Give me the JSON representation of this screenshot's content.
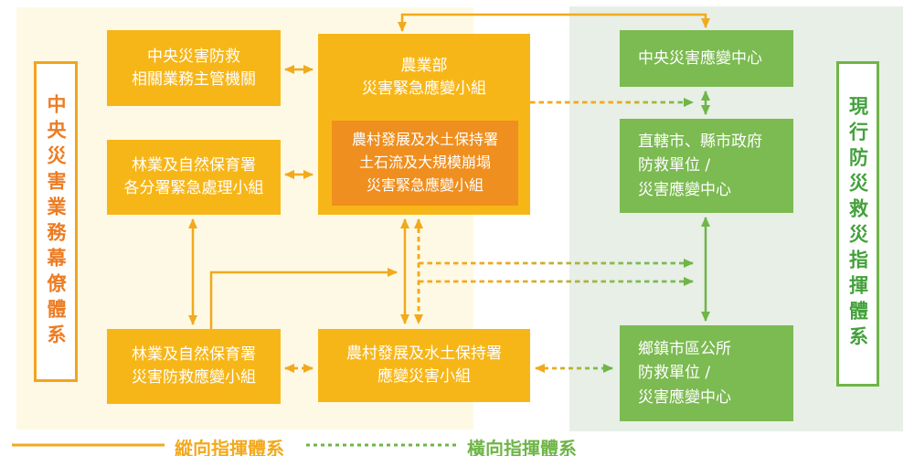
{
  "diagram": {
    "type": "organizational-flow",
    "colors": {
      "box_orange": "#F7B618",
      "box_orange_dark": "#EF8F1F",
      "box_green": "#7CBA52",
      "arrow_orange": "#F2A91D",
      "arrow_green": "#6FB548",
      "panel_yellow": "#FDF9E4",
      "panel_green": "#E7EFE6",
      "left_label_text": "#ED7C23",
      "right_label_text": "#43A13C",
      "box_text": "#FFFFFF"
    },
    "side_labels": {
      "left": "中央災害業務幕僚體系",
      "right": "現行防災救災指揮體系"
    },
    "boxes": {
      "competent_agencies": {
        "lines": [
          "中央災害防救",
          "相關業務主管機關"
        ]
      },
      "moa_team": {
        "lines": [
          "農業部",
          "災害緊急應變小組"
        ]
      },
      "ardswc_landslide_team": {
        "lines": [
          "農村發展及水土保持署",
          "土石流及大規模崩塌",
          "災害緊急應變小組"
        ]
      },
      "forestry_branch_team": {
        "lines": [
          "林業及自然保育署",
          "各分署緊急處理小組"
        ]
      },
      "forestry_response_team": {
        "lines": [
          "林業及自然保育署",
          "災害防救應變小組"
        ]
      },
      "ardswc_response_team": {
        "lines": [
          "農村發展及水土保持署",
          "應變災害小組"
        ]
      },
      "central_eoc": {
        "lines": [
          "中央災害應變中心"
        ]
      },
      "municipal_eoc": {
        "lines": [
          "直轄市、縣市政府",
          "防救單位 /",
          "災害應變中心"
        ]
      },
      "township_eoc": {
        "lines": [
          "鄉鎮市區公所",
          "防救單位 /",
          "災害應變中心"
        ]
      }
    },
    "legend": {
      "vertical_command": "縱向指揮體系",
      "horizontal_command": "橫向指揮體系"
    }
  }
}
